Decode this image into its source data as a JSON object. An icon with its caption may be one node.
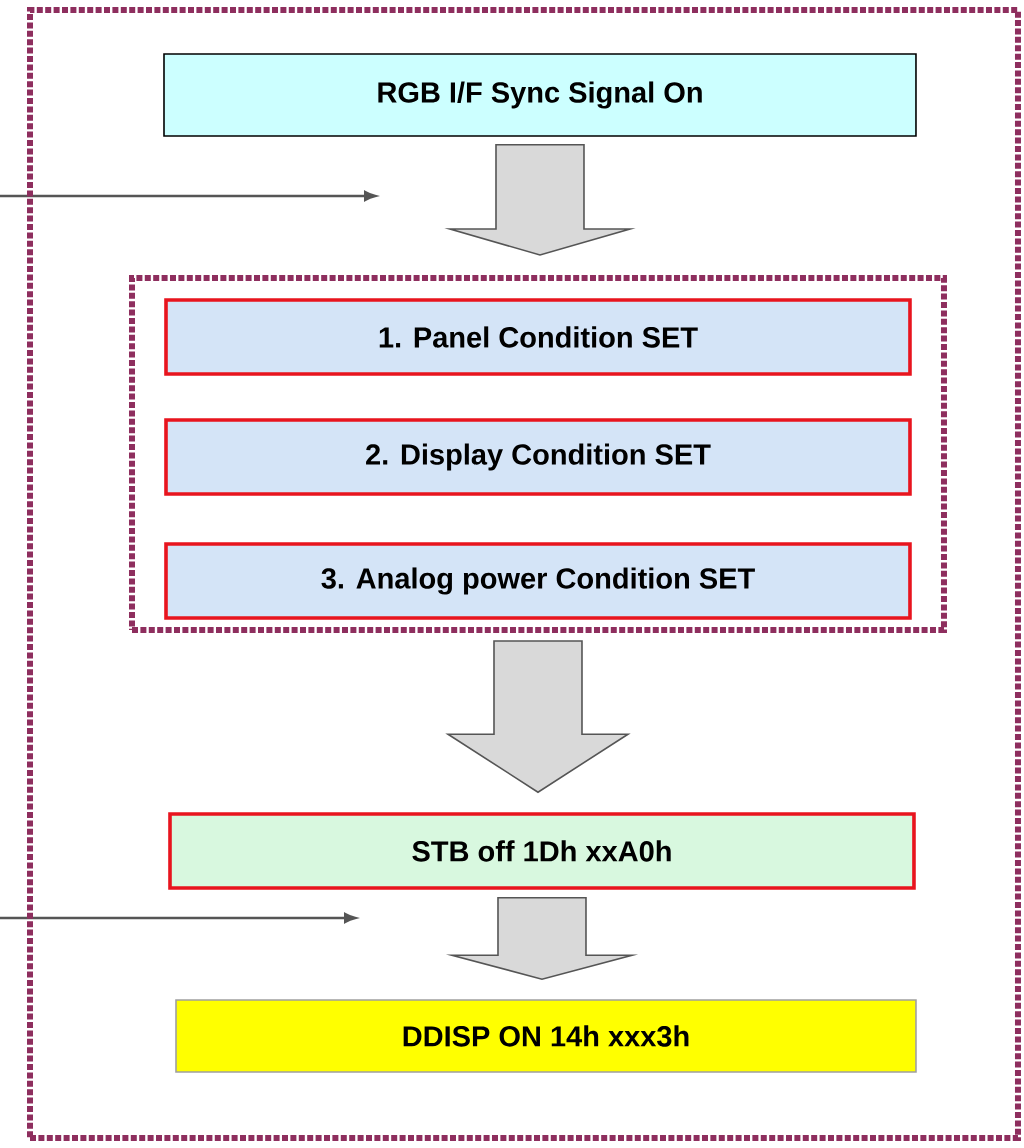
{
  "diagram": {
    "nodes": [
      {
        "text": [],
        "shape": "box"
      },
      {
        "text": [
          "RGB I/F Sync Signal On"
        ],
        "in": 0
      },
      {
        "text": [],
        "shape": "box",
        "in": 0
      },
      {
        "text": [
          "1. Panel Condition SET"
        ],
        "in": 2
      },
      {
        "text": [
          "2. Display Condition SET"
        ],
        "in": 2
      },
      {
        "text": [
          "3. Analog power Condition SET"
        ],
        "in": 2
      },
      {
        "text": [
          "STB off 1Dh xxA0h"
        ],
        "in": 0
      },
      {
        "text": [
          "DDISP ON 14h xxx3h"
        ],
        "in": 0
      }
    ],
    "edges": [
      {
        "from": 1,
        "to": 2,
        "arrow": "to"
      },
      {
        "from": 2,
        "to": 6,
        "arrow": "to"
      },
      {
        "from": 6,
        "to": 7,
        "arrow": "to"
      }
    ]
  }
}
